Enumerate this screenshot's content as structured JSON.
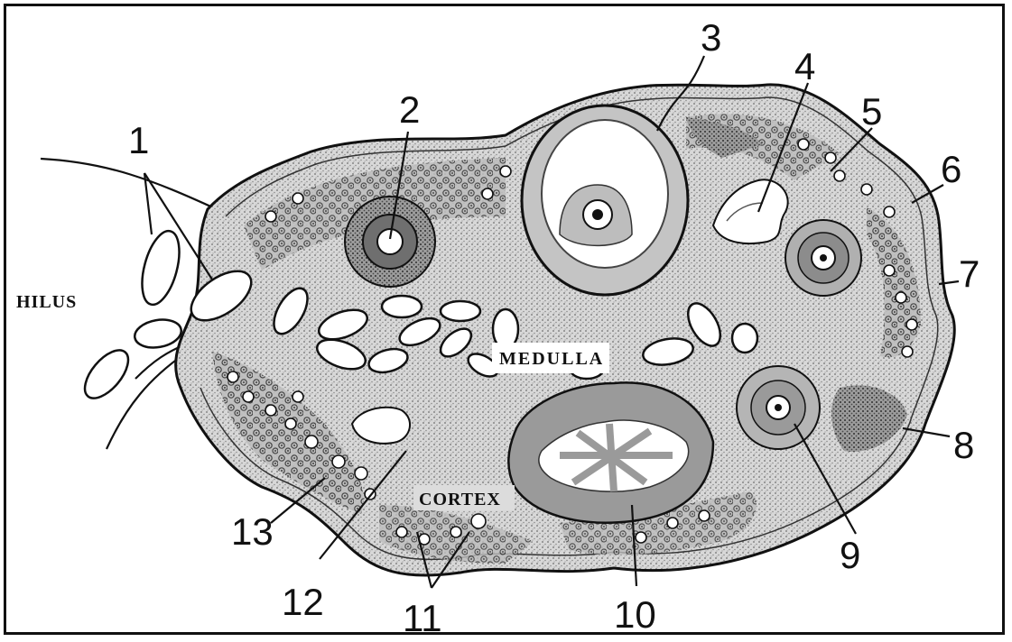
{
  "diagram": {
    "regions": {
      "hilus": "HILUS",
      "medulla": "MEDULLA",
      "cortex": "CORTEX"
    },
    "callouts": [
      "1",
      "2",
      "3",
      "4",
      "5",
      "6",
      "7",
      "8",
      "9",
      "10",
      "11",
      "12",
      "13"
    ],
    "colors": {
      "ink": "#111111",
      "stroma": "#c9c9c9",
      "stroma_dark": "#8a8a8a",
      "cavity": "#ffffff"
    }
  }
}
